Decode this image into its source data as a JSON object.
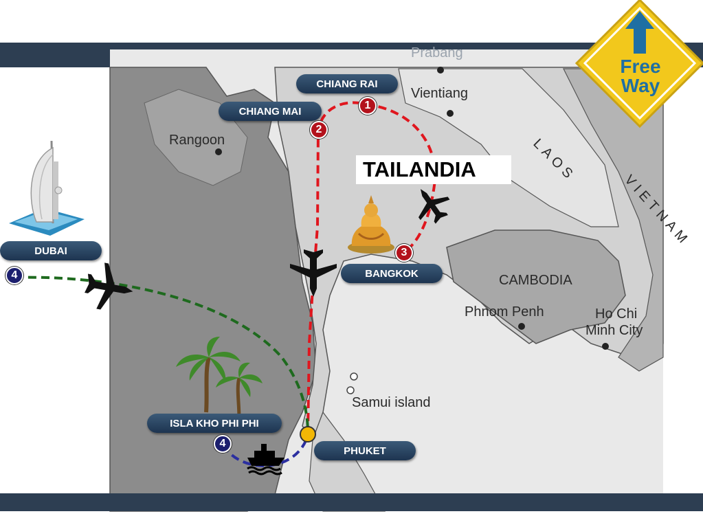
{
  "title": "TAILANDIA",
  "logo": {
    "line1": "Free",
    "line2": "Way"
  },
  "cities": {
    "chiang_rai": "CHIANG RAI",
    "chiang_mai": "CHIANG MAI",
    "bangkok": "BANGKOK",
    "dubai": "DUBAI",
    "phuket": "PHUKET",
    "phi_phi": "ISLA KHO PHI PHI"
  },
  "stops": {
    "s1": "1",
    "s2": "2",
    "s3": "3",
    "s4_dubai": "4",
    "s4_phiphi": "4"
  },
  "map_labels": {
    "prabang": "Prabang",
    "vientiang": "Vientiang",
    "rangoon": "Rangoon",
    "laos": "LAOS",
    "vietnam": "VIETNAM",
    "cambodia": "CAMBODIA",
    "phnom_penh": "Phnom Penh",
    "ho_chi_minh_1": "Ho Chi",
    "ho_chi_minh_2": "Minh City",
    "samui": "Samui island"
  },
  "colors": {
    "route_thailand": "#e0161e",
    "route_dubai": "#1e6a1e",
    "route_boat": "#2b2fa0",
    "phuket_marker": "#f2b705",
    "band": "#2d3e52",
    "sign": "#f2c81c",
    "arrow": "#1f6fa3"
  },
  "icons": [
    "airplane-icon",
    "ship-icon",
    "buddha-icon",
    "palm-trees-icon",
    "burj-al-arab-icon",
    "freeway-sign-icon"
  ]
}
